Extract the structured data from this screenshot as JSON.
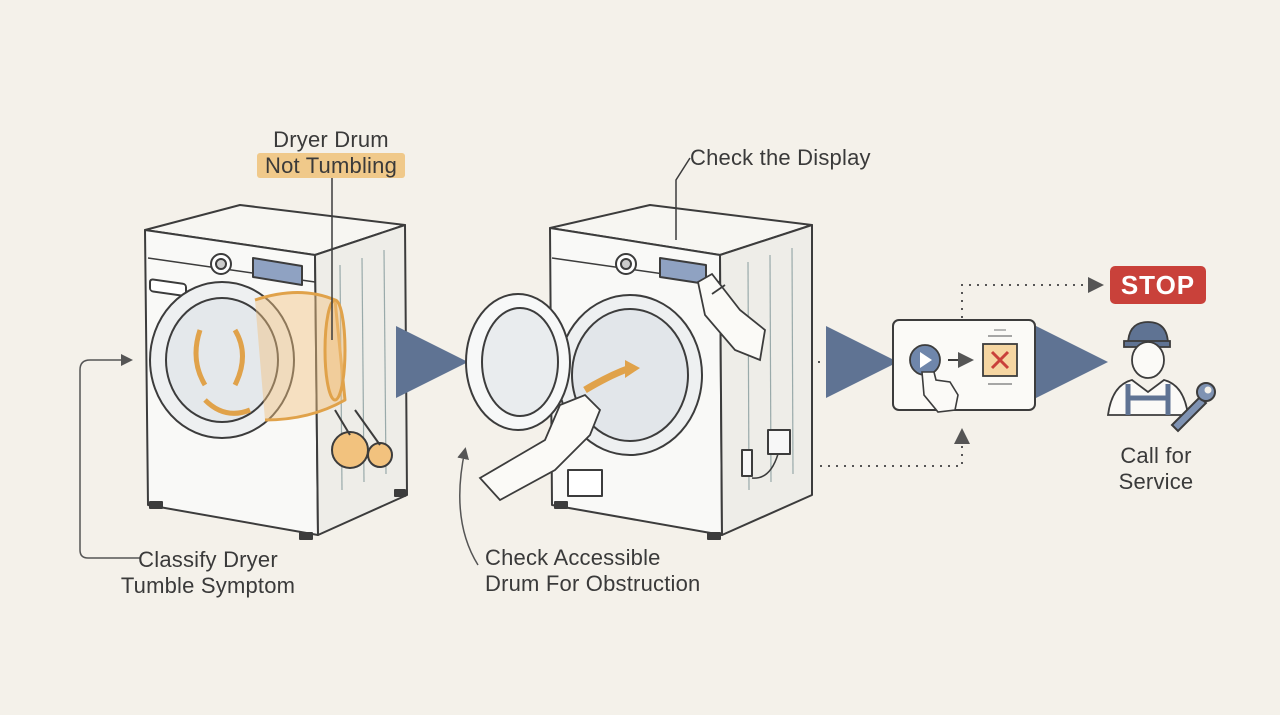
{
  "steps": {
    "symptom": {
      "title_line1": "Dryer Drum",
      "title_line2": "Not Tumbling"
    },
    "classify": {
      "line1": "Classify Dryer",
      "line2": "Tumble Symptom"
    },
    "display": {
      "label": "Check the Display"
    },
    "drum": {
      "line1": "Check Accessible",
      "line2": "Drum For Obstruction"
    },
    "stop": {
      "label": "STOP"
    },
    "service": {
      "line1": "Call for",
      "line2": "Service"
    }
  },
  "colors": {
    "background": "#f4f1ea",
    "outline": "#3c3c3c",
    "accent_orange": "#e0a24a",
    "arrow_blue": "#5f7393",
    "stop_red": "#c9413a",
    "panel_blue": "#8fa2c2"
  },
  "icons": [
    "washer-machine-icon",
    "hand-icon",
    "play-icon",
    "cancel-icon",
    "technician-icon",
    "wrench-icon"
  ]
}
